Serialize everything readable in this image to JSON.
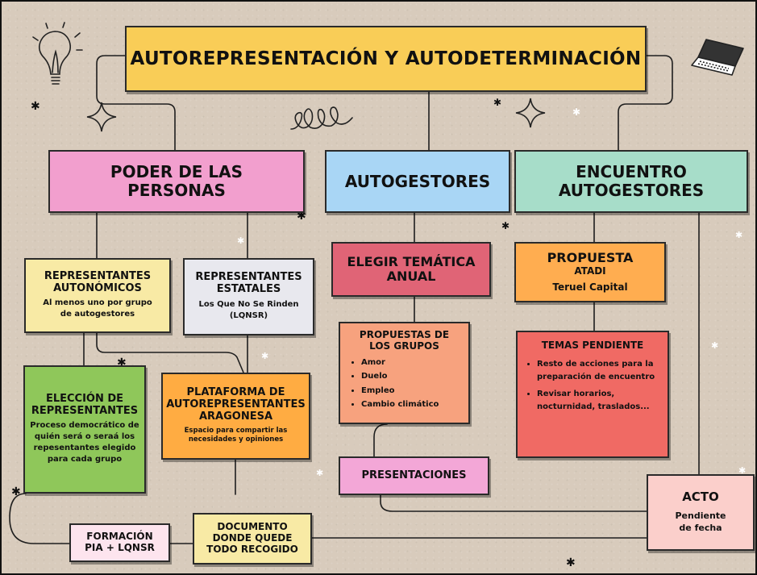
{
  "nodes": {
    "main_title": "AUTOREPRESENTACIÓN Y AUTODETERMINACIÓN",
    "poder": "PODER DE LAS PERSONAS",
    "autogestores": "AUTOGESTORES",
    "encuentro": "ENCUENTRO AUTOGESTORES",
    "rep_autonomicos": {
      "title": "REPRESENTANTES AUTONÓMICOS",
      "text": "Al menos uno por grupo de autogestores"
    },
    "rep_estatales": {
      "title": "REPRESENTANTES ESTATALES",
      "text": "Los Que No Se Rinden (LQNSR)"
    },
    "eleccion": {
      "title": "ELECCIÓN DE REPRESENTANTES",
      "text": "Proceso democrático de quién será o seraá los repesentantes elegido para cada grupo"
    },
    "plataforma": {
      "title": "PLATAFORMA DE AUTOREPRESENTANTES ARAGONESA",
      "text": "Espacio para compartir las necesidades y opiniones"
    },
    "formacion": "FORMACIÓN PIA + LQNSR",
    "documento": "DOCUMENTO DONDE QUEDE TODO RECOGIDO",
    "elegir": "ELEGIR TEMÁTICA ANUAL",
    "propuestas": {
      "title": "PROPUESTAS DE LOS GRUPOS",
      "items": [
        "Amor",
        "Duelo",
        "Empleo",
        "Cambio climático"
      ]
    },
    "presentaciones": "PRESENTACIONES",
    "propuesta": {
      "title": "PROPUESTA",
      "sub1": "ATADI",
      "sub2": "Teruel Capital"
    },
    "temas": {
      "title": "TEMAS PENDIENTE",
      "items": [
        "Resto de acciones para la preparación de encuentro",
        "Revisar horarios, nocturnidad, traslados..."
      ]
    },
    "acto": {
      "title": "ACTO",
      "text": "Pendiente de fecha"
    }
  },
  "colors": {
    "background": "#d8cbbc",
    "main_title": "#f9cd57",
    "poder": "#f29fce",
    "autogestores": "#a9d6f5",
    "encuentro": "#a7ddc9",
    "rep_autonomicos": "#f8eaa5",
    "rep_estatales": "#e8e8ee",
    "eleccion": "#8fc75a",
    "plataforma": "#ffac42",
    "formacion": "#fde4ee",
    "documento": "#f8eaa5",
    "elegir": "#e06476",
    "propuestas": "#f7a27e",
    "presentaciones": "#f3a7d7",
    "propuesta": "#ffad50",
    "temas": "#f06a64",
    "acto": "#fbcfcb",
    "lines": "#1e1e1e"
  },
  "icons": [
    "lightbulb-icon",
    "laptop-icon",
    "sparkle-star-icon",
    "spiral-doodle-icon",
    "star-decoration-icon"
  ]
}
